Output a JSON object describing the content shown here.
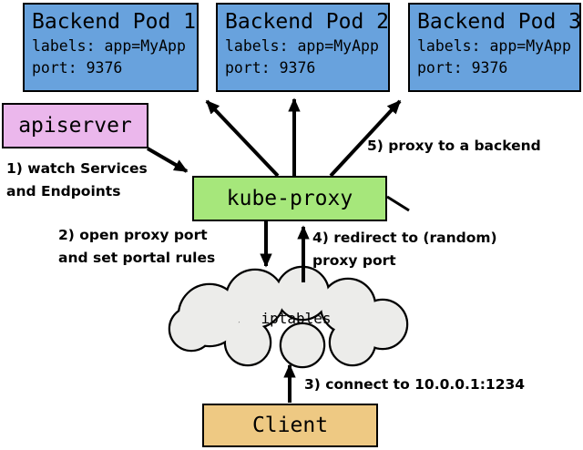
{
  "title": "kube-proxy userspace proxy diagram",
  "pods": [
    {
      "title": "Backend Pod 1",
      "labels": "labels: app=MyApp",
      "port": "port: 9376"
    },
    {
      "title": "Backend Pod 2",
      "labels": "labels: app=MyApp",
      "port": "port: 9376"
    },
    {
      "title": "Backend Pod 3",
      "labels": "labels: app=MyApp",
      "port": "port: 9376"
    }
  ],
  "apiserver": {
    "label": "apiserver"
  },
  "kube_proxy": {
    "label": "kube-proxy"
  },
  "iptables": {
    "label": "iptables"
  },
  "client": {
    "label": "Client"
  },
  "annotations": {
    "step1": [
      "1) watch Services",
      "and Endpoints"
    ],
    "step2": [
      "2) open proxy port",
      "and set portal rules"
    ],
    "step3": [
      "3) connect to 10.0.0.1:1234"
    ],
    "step4": [
      "4) redirect to (random)",
      "proxy port"
    ],
    "step5": [
      "5) proxy to a backend"
    ]
  },
  "arrows": [
    {
      "name": "step1",
      "from": "apiserver",
      "to": "kube-proxy"
    },
    {
      "name": "step2",
      "from": "kube-proxy",
      "to": "iptables"
    },
    {
      "name": "step3",
      "from": "Client",
      "to": "iptables"
    },
    {
      "name": "step4",
      "from": "iptables",
      "to": "kube-proxy"
    },
    {
      "name": "step5a",
      "from": "kube-proxy",
      "to": "Backend Pod 1"
    },
    {
      "name": "step5b",
      "from": "kube-proxy",
      "to": "Backend Pod 2"
    },
    {
      "name": "step5c",
      "from": "kube-proxy",
      "to": "Backend Pod 3"
    }
  ],
  "colors": {
    "pod_fill": "#68a2dd",
    "apiserver_fill": "#ebb7ec",
    "kube_proxy_fill": "#a6e77b",
    "client_fill": "#eec983",
    "cloud_fill": "#ececea",
    "line": "#000000",
    "background": "#ffffff"
  }
}
